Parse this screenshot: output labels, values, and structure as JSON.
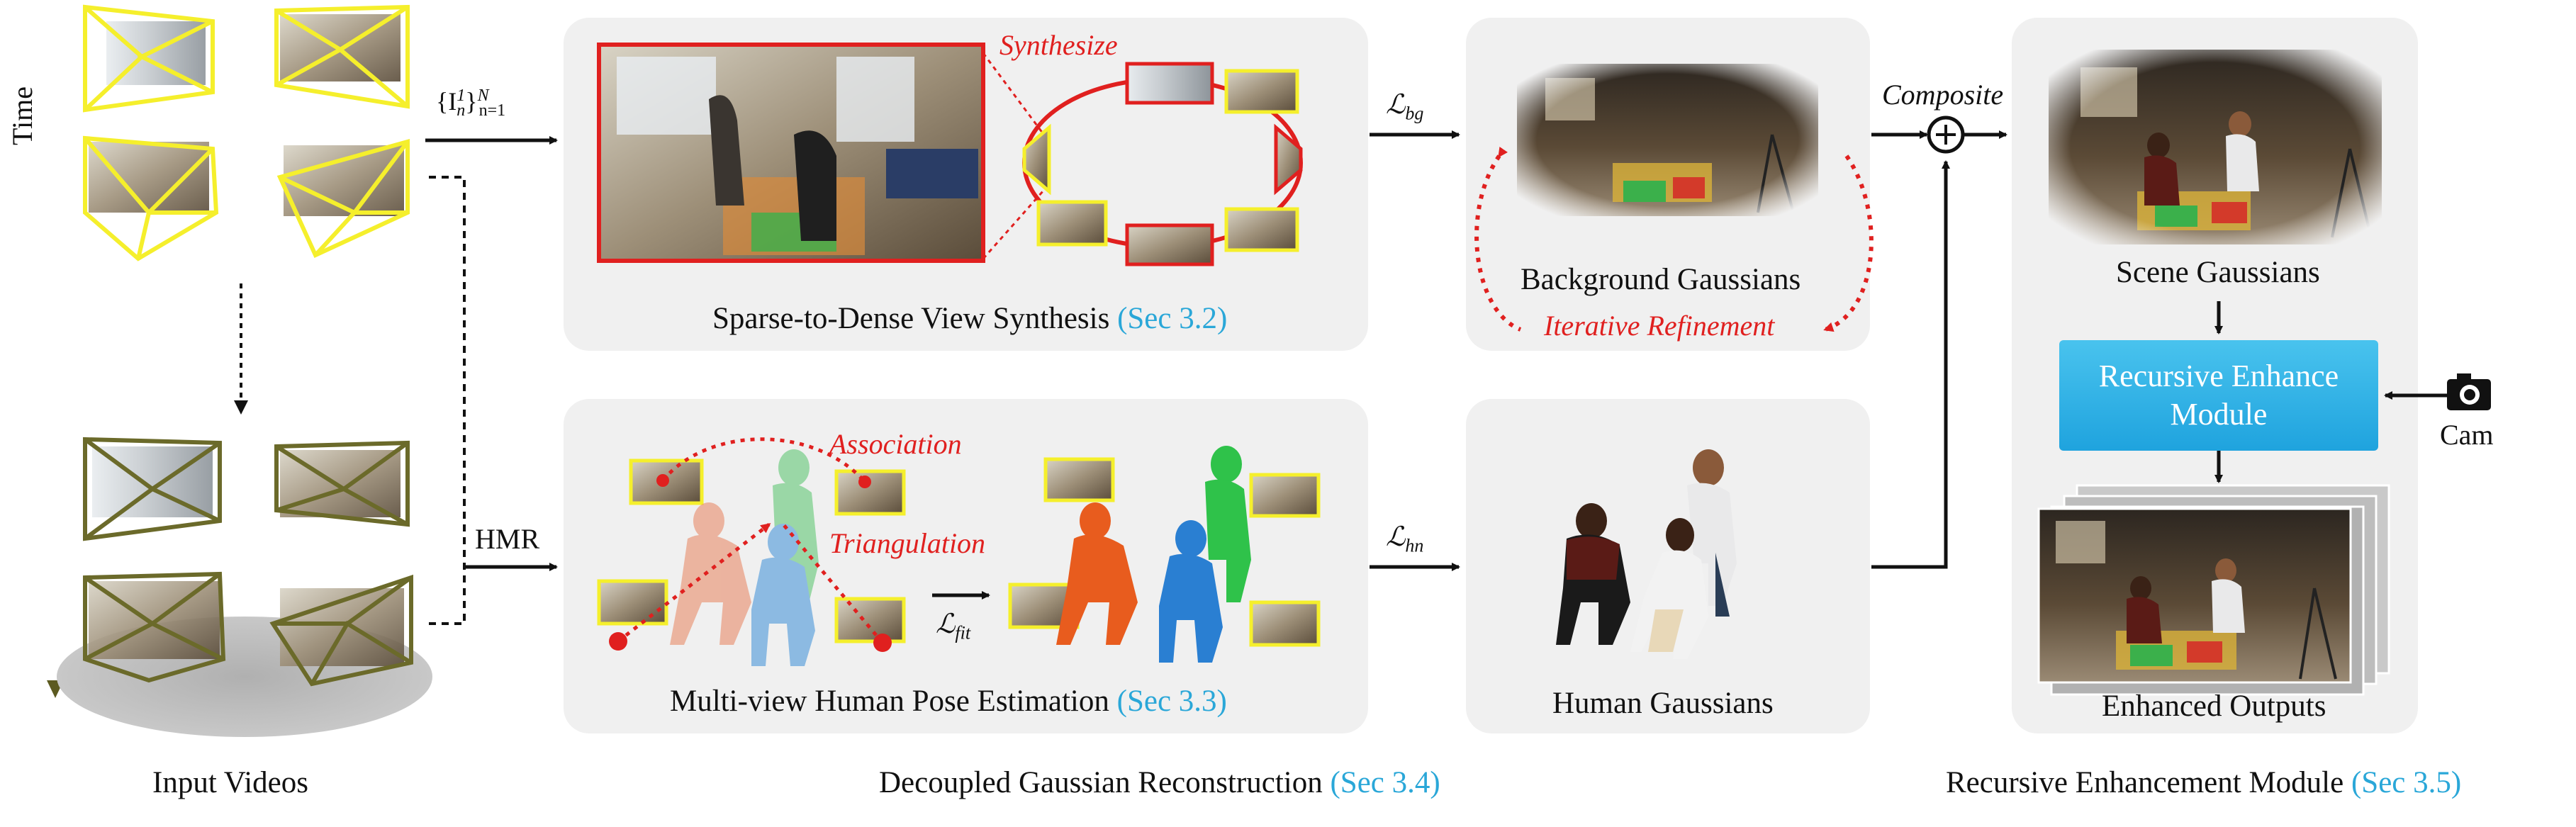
{
  "axis": {
    "time_label": "Time"
  },
  "input_videos": {
    "caption": "Input Videos"
  },
  "arrows": {
    "frames_label": "{I",
    "frames_sup": "1",
    "frames_sub": "n",
    "frames_tail": "}",
    "frames_range_sup": "N",
    "frames_range_sub": "n=1",
    "hmr_label": "HMR",
    "loss_bg": "bg",
    "loss_hn": "hn",
    "loss_fit": "fit",
    "loss_symbol": "ℒ"
  },
  "sparse_panel": {
    "caption": "Sparse-to-Dense View Synthesis",
    "sec": "(Sec 3.2)",
    "synthesize_label": "Synthesize"
  },
  "pose_panel": {
    "caption": "Multi-view Human Pose Estimation",
    "sec": "(Sec 3.3)",
    "association_label": "Association",
    "triangulation_label": "Triangulation"
  },
  "bg_panel": {
    "caption": "Background Gaussians",
    "refine_label": "Iterative  Refinement"
  },
  "human_panel": {
    "caption": "Human Gaussians"
  },
  "composite": {
    "label": "Composite",
    "symbol": "+"
  },
  "recursive_panel": {
    "scene_caption": "Scene Gaussians",
    "module_line1": "Recursive Enhance",
    "module_line2": "Module",
    "cam_label": "Cam",
    "outputs_caption": "Enhanced Outputs"
  },
  "bottom_captions": {
    "decoupled": "Decoupled Gaussian Reconstruction",
    "decoupled_sec": "(Sec 3.4)",
    "recursive": "Recursive Enhancement Module",
    "recursive_sec": "(Sec 3.5)"
  },
  "icons": [
    "camera-icon",
    "plus-circle-icon"
  ],
  "colors": {
    "accent_blue": "#2aa7d8",
    "annotation_red": "#e0201f",
    "camera_yellow": "#f5ef2c",
    "camera_olive": "#6b6a2a",
    "panel_gray": "#f0f0f0"
  }
}
